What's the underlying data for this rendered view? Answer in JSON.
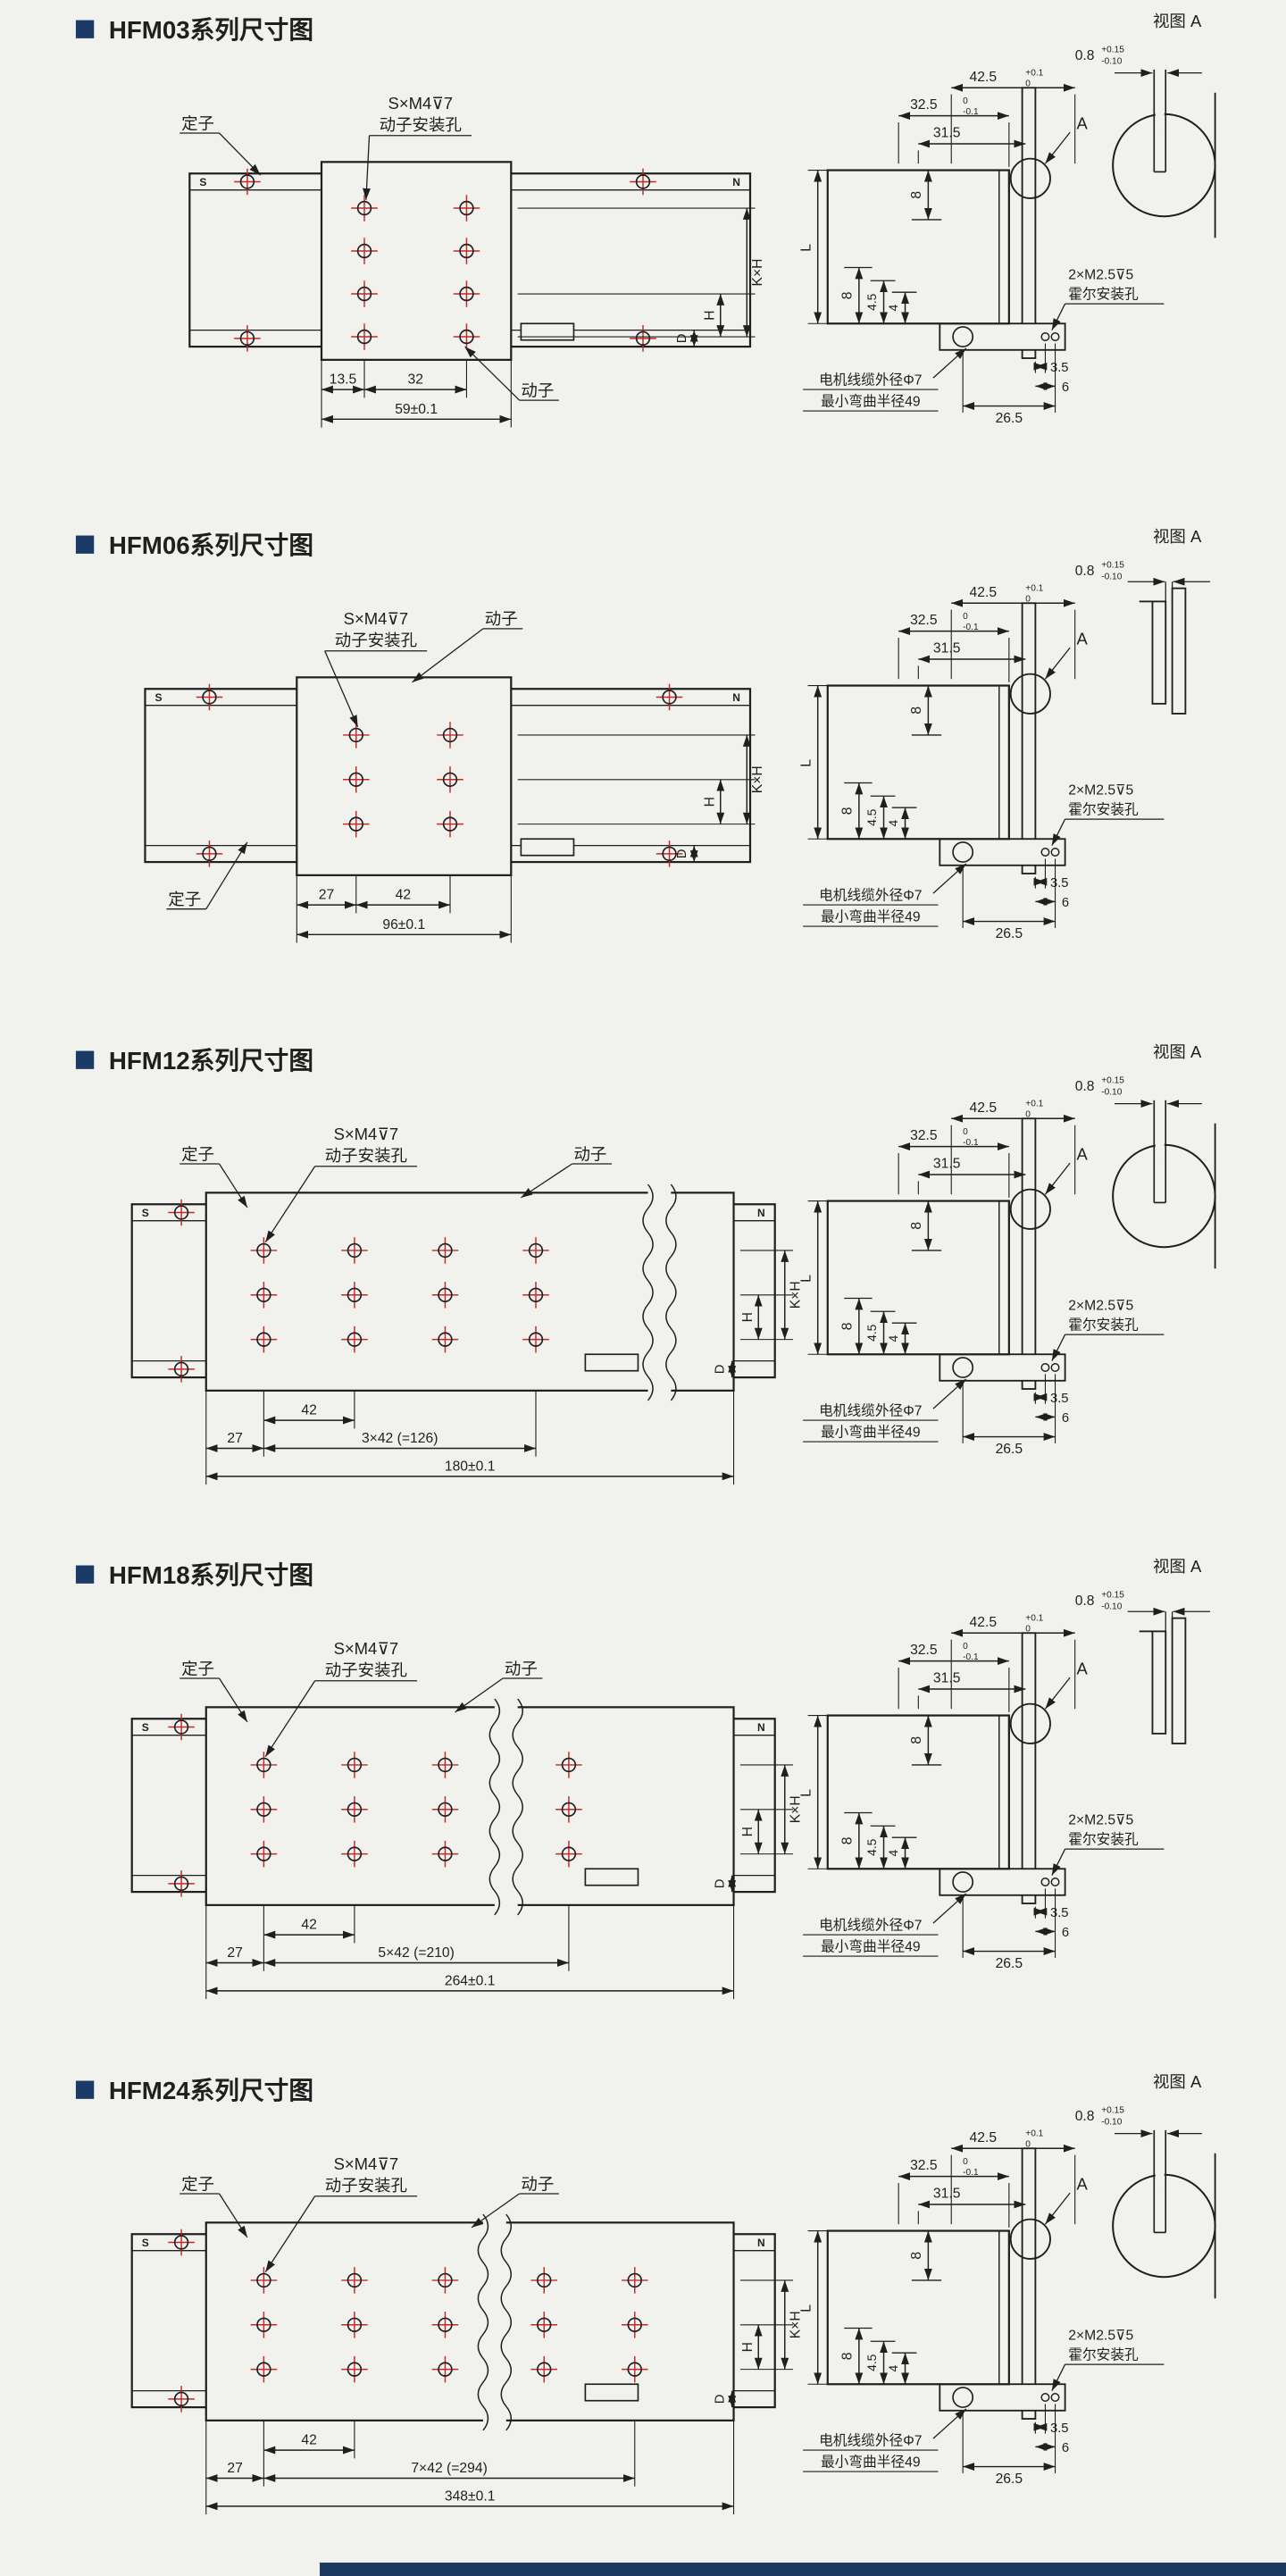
{
  "page": {
    "background_color": "#f1f1ee",
    "accent_navy": "#1b3a66",
    "hole_marker_red": "#c22b26",
    "footer_color": "#1d3a60"
  },
  "common": {
    "pole_s": "S",
    "pole_n": "N",
    "stator_label": "定子",
    "mover_label": "动子",
    "mover_holes_label_1": "S×M4⊽7",
    "mover_holes_label_2": "动子安装孔",
    "hall_label_1": "2×M2.5⊽5",
    "hall_label_2": "霍尔安装孔",
    "cable_label_1": "电机线缆外径Φ7",
    "cable_label_2": "最小弯曲半径49",
    "view_a_label": "视图 A",
    "slot_dim": "0.8",
    "slot_tol_up": "+0.15",
    "slot_tol_dn": "-0.10",
    "dim_42_5": "42.5",
    "tol_42_5_up": "+0.1",
    "tol_42_5_dn": "0",
    "dim_32_5": "32.5",
    "tol_32_5_up": "0",
    "tol_32_5_dn": "-0.1",
    "dim_31_5": "31.5",
    "dim_top_8": "8",
    "dim_left_8": "8",
    "dim_4_5": "4.5",
    "dim_4": "4",
    "dim_3_5": "3.5",
    "dim_6": "6",
    "dim_26_5": "26.5",
    "dim_L": "L",
    "dim_KH": "K×H",
    "dim_H": "H",
    "dim_D": "D",
    "detail_ref": "A"
  },
  "sections": [
    {
      "series": "HFM03",
      "title": "HFM03系列尺寸图",
      "dim_edge": "13.5",
      "dim_pitch": "32",
      "dim_group": "",
      "dim_total": "59±0.1",
      "hole_columns": 2,
      "hole_rows": 4,
      "has_break": false,
      "view_a_variant": "circle"
    },
    {
      "series": "HFM06",
      "title": "HFM06系列尺寸图",
      "dim_edge": "27",
      "dim_pitch": "42",
      "dim_group": "",
      "dim_total": "96±0.1",
      "hole_columns": 2,
      "hole_rows": 3,
      "has_break": false,
      "view_a_variant": "slot"
    },
    {
      "series": "HFM12",
      "title": "HFM12系列尺寸图",
      "dim_edge": "27",
      "dim_pitch": "42",
      "dim_group": "3×42 (=126)",
      "dim_total": "180±0.1",
      "hole_columns": 4,
      "hole_rows": 3,
      "has_break": true,
      "view_a_variant": "circle"
    },
    {
      "series": "HFM18",
      "title": "HFM18系列尺寸图",
      "dim_edge": "27",
      "dim_pitch": "42",
      "dim_group": "5×42 (=210)",
      "dim_total": "264±0.1",
      "hole_columns": 6,
      "hole_rows": 3,
      "has_break": true,
      "view_a_variant": "slot"
    },
    {
      "series": "HFM24",
      "title": "HFM24系列尺寸图",
      "dim_edge": "27",
      "dim_pitch": "42",
      "dim_group": "7×42 (=294)",
      "dim_total": "348±0.1",
      "hole_columns": 8,
      "hole_rows": 3,
      "has_break": true,
      "view_a_variant": "circle"
    }
  ]
}
